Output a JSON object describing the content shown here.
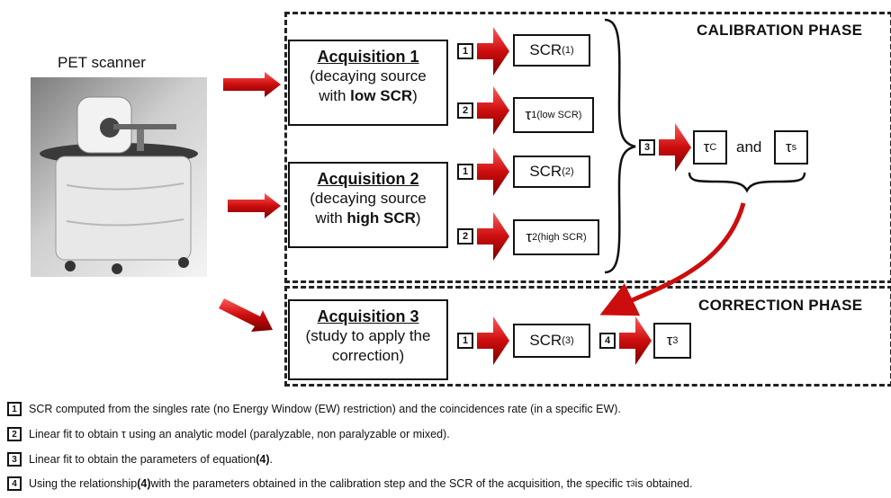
{
  "scanner": {
    "label": "PET scanner"
  },
  "calibration": {
    "title": "CALIBRATION PHASE"
  },
  "correction": {
    "title": "CORRECTION PHASE"
  },
  "acquisition1": {
    "title": "Acquisition 1",
    "line1": "(decaying source",
    "line2_pre": "with ",
    "line2_bold": "low SCR",
    "line2_post": ")"
  },
  "acquisition2": {
    "title": "Acquisition 2",
    "line1": "(decaying source",
    "line2_pre": "with ",
    "line2_bold": "high SCR",
    "line2_post": ")"
  },
  "acquisition3": {
    "title": "Acquisition 3",
    "line1": "(study to apply the",
    "line2": "correction)"
  },
  "results": {
    "scr1": {
      "base": "SCR",
      "sub": "(1)"
    },
    "tau1": {
      "base": "τ",
      "sub": "1(low SCR)"
    },
    "scr2": {
      "base": "SCR",
      "sub": "(2)"
    },
    "tau2": {
      "base": "τ",
      "sub": "2(high SCR)"
    },
    "tauc": {
      "base": "τ",
      "sub": "C"
    },
    "and": "and",
    "taus": {
      "base": "τ",
      "sub": "s"
    },
    "scr3": {
      "base": "SCR",
      "sub": "(3)"
    },
    "tau3": {
      "base": "τ",
      "sub": "3"
    }
  },
  "steps": {
    "s1": "1",
    "s2": "2",
    "s3": "3",
    "s4": "4"
  },
  "legend": [
    {
      "num": "1",
      "text": "SCR computed from the singles rate (no Energy Window (EW) restriction) and the coincidences rate (in a specific  EW)."
    },
    {
      "num": "2",
      "text": "Linear fit to obtain τ using an analytic model  (paralyzable, non paralyzable or mixed)."
    },
    {
      "num": "3",
      "pre": "Linear fit to obtain the parameters of equation ",
      "bold": "(4)",
      "post": "."
    },
    {
      "num": "4",
      "pre": "Using the relationship ",
      "bold": "(4)",
      "post": " with the parameters obtained in the calibration step and the SCR of the acquisition, the specific τ",
      "sub": "3",
      "tail": " is obtained."
    }
  ],
  "colors": {
    "arrow_red": "#cc0d0d",
    "arrow_dark": "#7a0000",
    "border": "#111111"
  }
}
